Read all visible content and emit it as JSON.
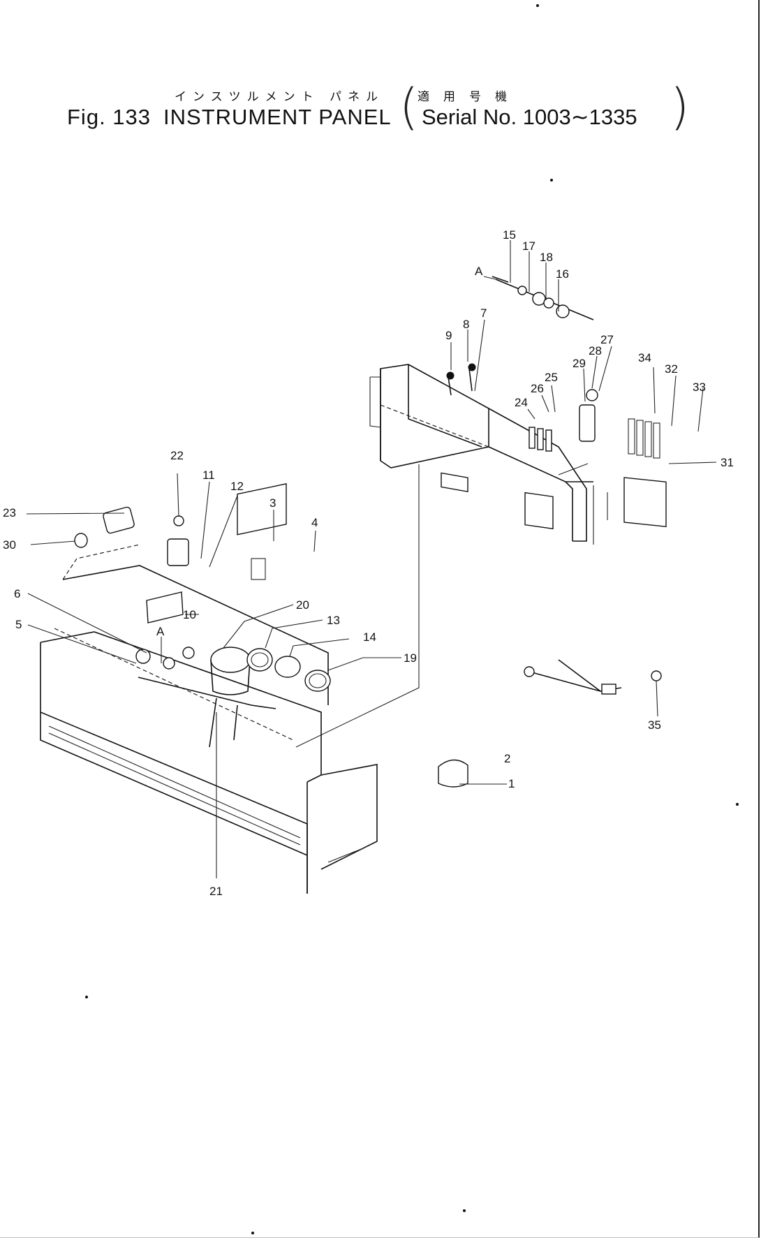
{
  "title": {
    "jp": "インスツルメント パネル",
    "fig": "Fig. 133",
    "name": "INSTRUMENT PANEL",
    "serial_jp": "適用号機",
    "serial": "Serial No. 1003∼1335"
  },
  "callouts": [
    {
      "id": "c15",
      "text": "15"
    },
    {
      "id": "c17",
      "text": "17"
    },
    {
      "id": "c18",
      "text": "18"
    },
    {
      "id": "c16",
      "text": "16"
    },
    {
      "id": "cA1",
      "text": "A"
    },
    {
      "id": "c9",
      "text": "9"
    },
    {
      "id": "c8",
      "text": "8"
    },
    {
      "id": "c7",
      "text": "7"
    },
    {
      "id": "c27",
      "text": "27"
    },
    {
      "id": "c28",
      "text": "28"
    },
    {
      "id": "c29",
      "text": "29"
    },
    {
      "id": "c25",
      "text": "25"
    },
    {
      "id": "c26",
      "text": "26"
    },
    {
      "id": "c24",
      "text": "24"
    },
    {
      "id": "c34",
      "text": "34"
    },
    {
      "id": "c32",
      "text": "32"
    },
    {
      "id": "c33",
      "text": "33"
    },
    {
      "id": "c31",
      "text": "31"
    },
    {
      "id": "c22",
      "text": "22"
    },
    {
      "id": "c11",
      "text": "11"
    },
    {
      "id": "c12",
      "text": "12"
    },
    {
      "id": "c3",
      "text": "3"
    },
    {
      "id": "c4",
      "text": "4"
    },
    {
      "id": "c23",
      "text": "23"
    },
    {
      "id": "c30",
      "text": "30"
    },
    {
      "id": "c6",
      "text": "6"
    },
    {
      "id": "c5",
      "text": "5"
    },
    {
      "id": "c10",
      "text": "10"
    },
    {
      "id": "cA2",
      "text": "A"
    },
    {
      "id": "c20",
      "text": "20"
    },
    {
      "id": "c13",
      "text": "13"
    },
    {
      "id": "c14",
      "text": "14"
    },
    {
      "id": "c19",
      "text": "19"
    },
    {
      "id": "c21",
      "text": "21"
    },
    {
      "id": "c2",
      "text": "2"
    },
    {
      "id": "c1",
      "text": "1"
    },
    {
      "id": "c35",
      "text": "35"
    }
  ]
}
